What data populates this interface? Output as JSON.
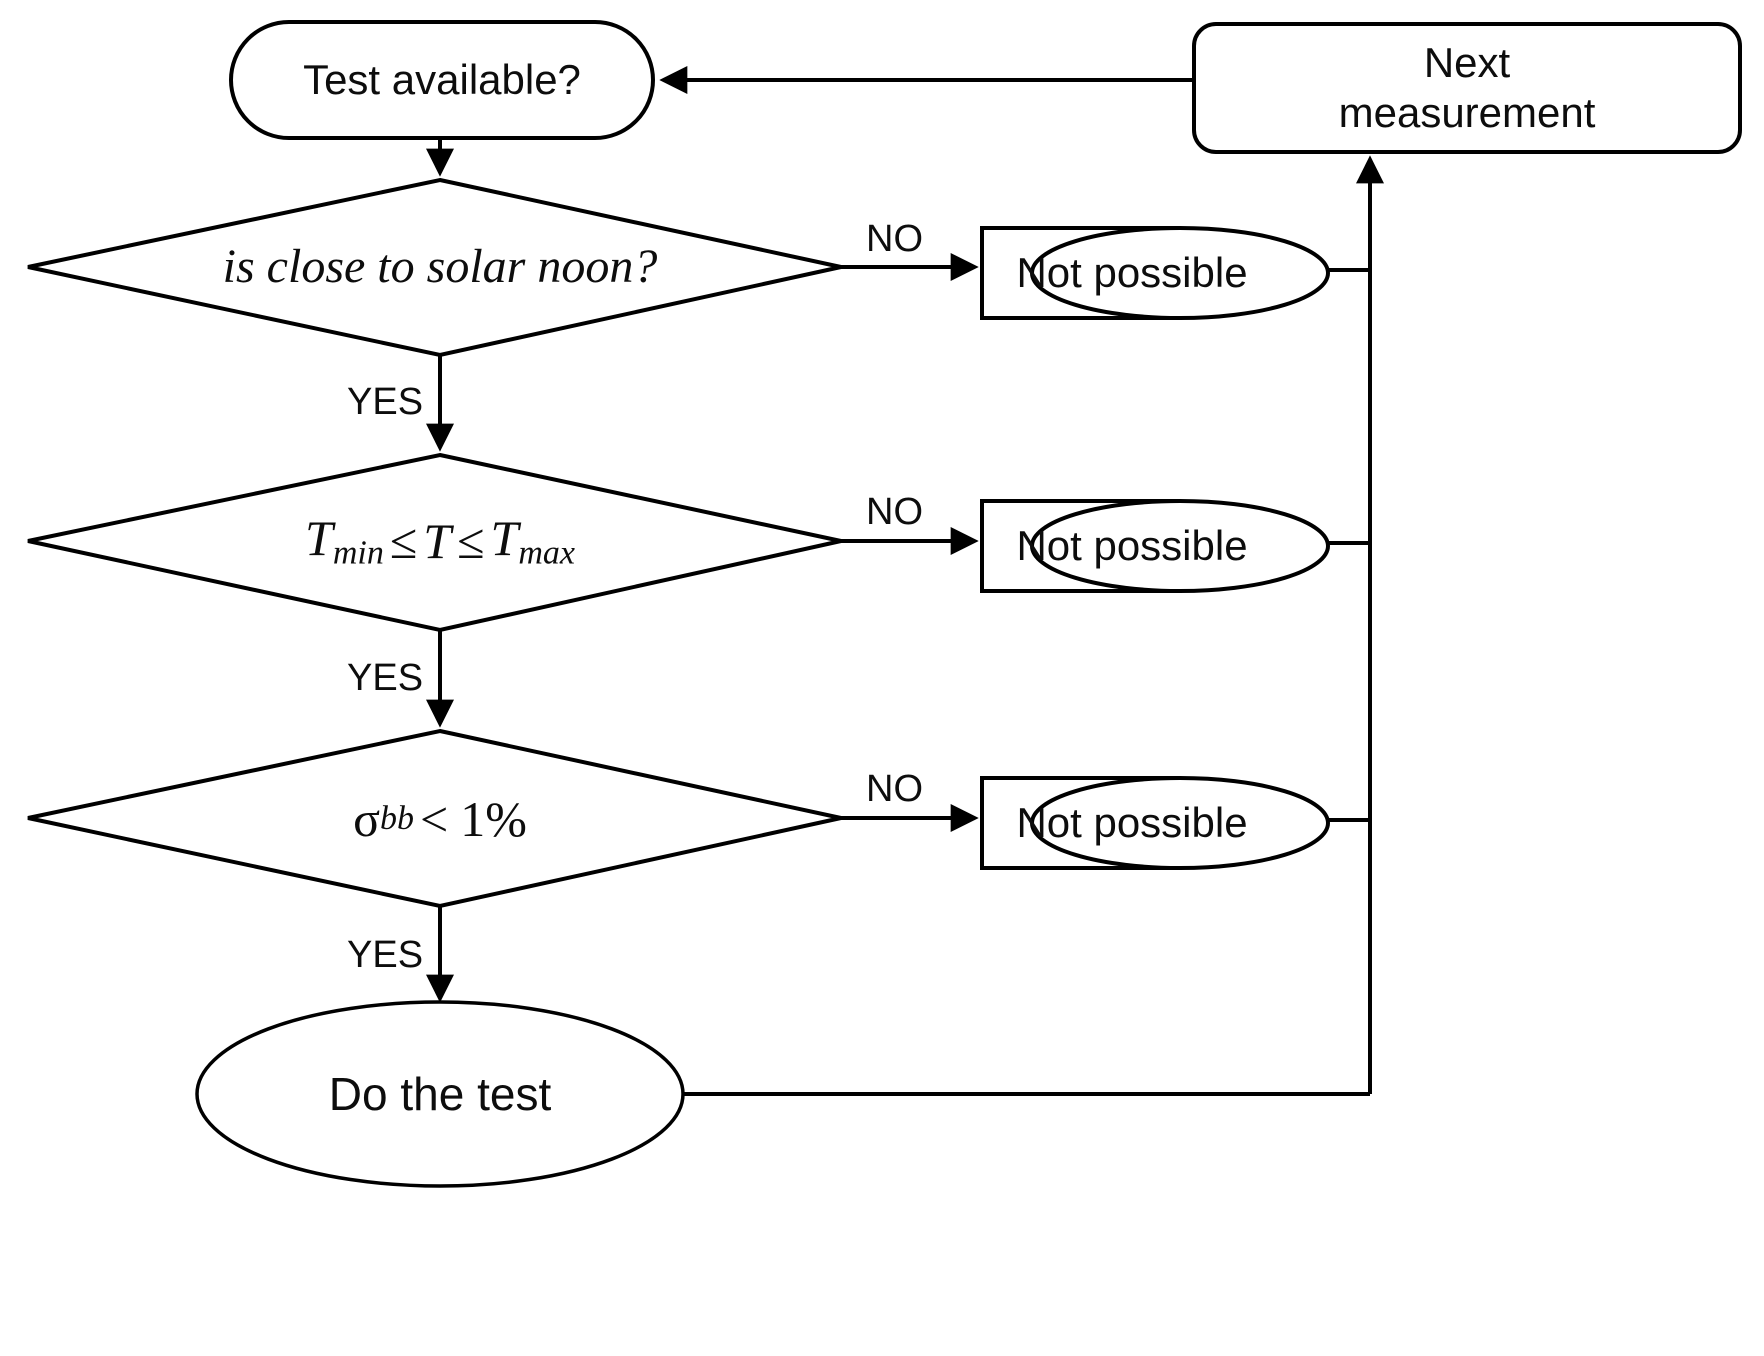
{
  "diagram": {
    "title": "Solar noon test feasibility flowchart",
    "background_color": "#ffffff",
    "stroke_color": "#000000",
    "text_color": "#0d0d0d"
  },
  "nodes": {
    "test_available": {
      "label": "Test available?",
      "shape": "stadium"
    },
    "next_measurement": {
      "label": "Next\nmeasurement",
      "shape": "rounded-rectangle"
    },
    "decision_noon": {
      "label": "is close to solar noon?",
      "shape": "diamond",
      "style": "italic-serif"
    },
    "decision_temp": {
      "label_plain": "Tmin ≤ T ≤ Tmax",
      "shape": "diamond",
      "style": "math"
    },
    "decision_sigma": {
      "label_plain": "σbb < 1%",
      "shape": "diamond",
      "style": "math"
    },
    "not_possible_1": {
      "label": "Not possible",
      "shape": "rect-ellipse"
    },
    "not_possible_2": {
      "label": "Not possible",
      "shape": "rect-ellipse"
    },
    "not_possible_3": {
      "label": "Not possible",
      "shape": "rect-ellipse"
    },
    "do_the_test": {
      "label": "Do the test",
      "shape": "ellipse"
    }
  },
  "math": {
    "t_symbol": "T",
    "t_min_sub": "min",
    "t_max_sub": "max",
    "le_op": "≤",
    "lt_op": "<",
    "sigma_symbol": "σ",
    "sigma_sub": "bb",
    "threshold": "1%"
  },
  "edge_labels": {
    "no_1": "NO",
    "no_2": "NO",
    "no_3": "NO",
    "yes_1": "YES",
    "yes_2": "YES",
    "yes_3": "YES"
  }
}
